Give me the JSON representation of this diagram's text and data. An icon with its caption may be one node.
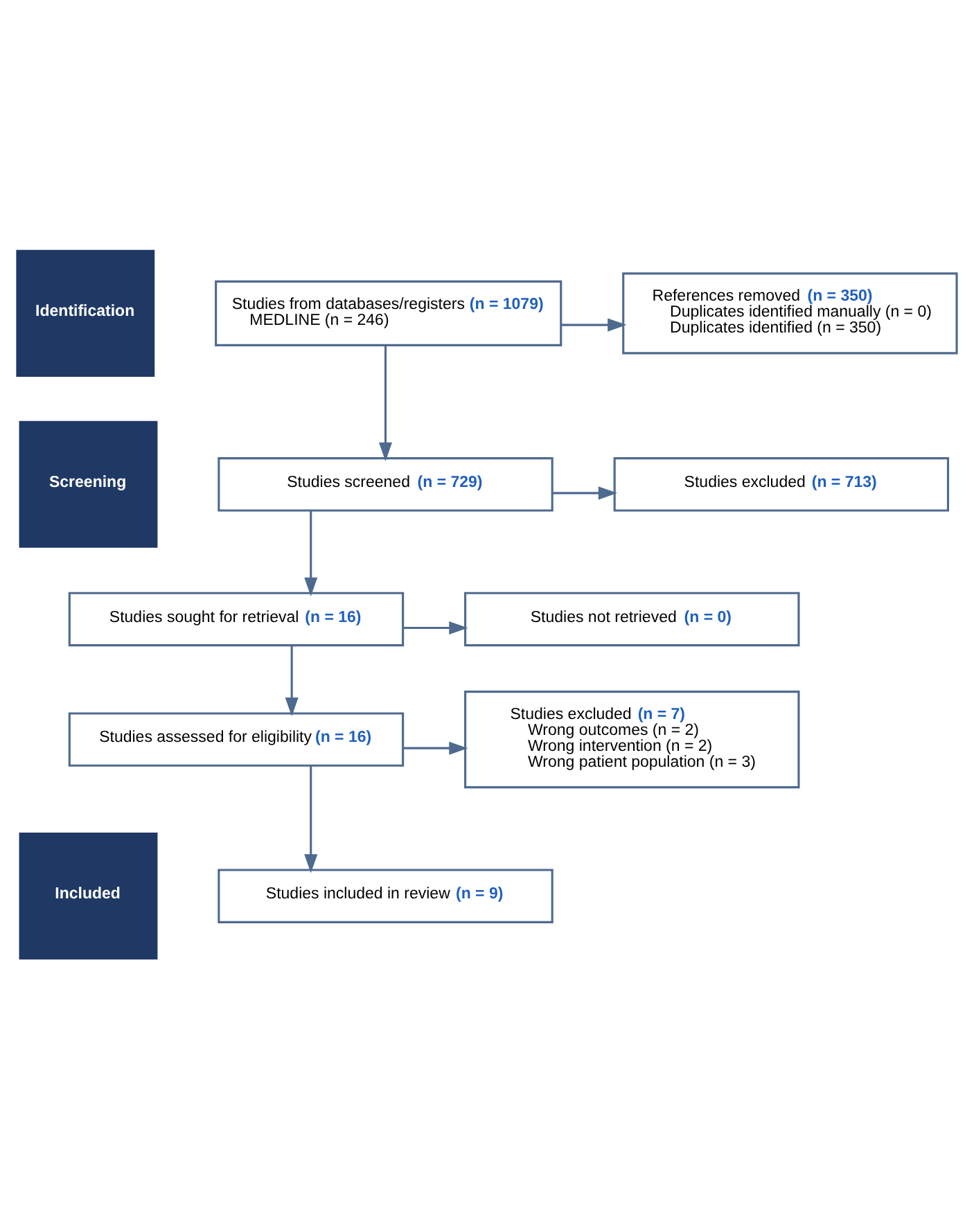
{
  "diagram": {
    "nodes": [
      {
        "text": [
          "Identification"
        ]
      },
      {
        "text": [
          "Studies from databases/registers **(n = 1079)**",
          "MEDLINE (n = 246)"
        ]
      },
      {
        "text": [
          "References removed **(n = 350)**",
          "Duplicates identified manually (n = 0)",
          "Duplicates identified (n = 350)"
        ]
      },
      {
        "text": [
          "Screening"
        ]
      },
      {
        "text": [
          "Studies screened **(n = 729)**"
        ]
      },
      {
        "text": [
          "Studies excluded **(n = 713)**"
        ]
      },
      {
        "text": [
          "Studies sought for retrieval **(n = 16)**"
        ]
      },
      {
        "text": [
          "Studies not retrieved **(n = 0)**"
        ]
      },
      {
        "text": [
          "Studies assessed for eligibility **(n = 16)**"
        ]
      },
      {
        "text": [
          "Studies excluded **(n = 7)**",
          "Wrong outcomes (n = 2)",
          "Wrong intervention (n = 2)",
          "Wrong patient population (n = 3)"
        ]
      },
      {
        "text": [
          "Included"
        ]
      },
      {
        "text": [
          "Studies included in review **(n = 9)**"
        ]
      }
    ],
    "edges": [
      {
        "from": 1,
        "to": 4,
        "arrow": "to"
      },
      {
        "from": 1,
        "to": 2,
        "arrow": "to"
      },
      {
        "from": 4,
        "to": 5,
        "arrow": "to"
      },
      {
        "from": 4,
        "to": 6,
        "arrow": "to"
      },
      {
        "from": 6,
        "to": 7,
        "arrow": "to"
      },
      {
        "from": 6,
        "to": 8,
        "arrow": "to"
      },
      {
        "from": 8,
        "to": 9,
        "arrow": "to"
      },
      {
        "from": 8,
        "to": 11,
        "arrow": "to"
      }
    ]
  }
}
